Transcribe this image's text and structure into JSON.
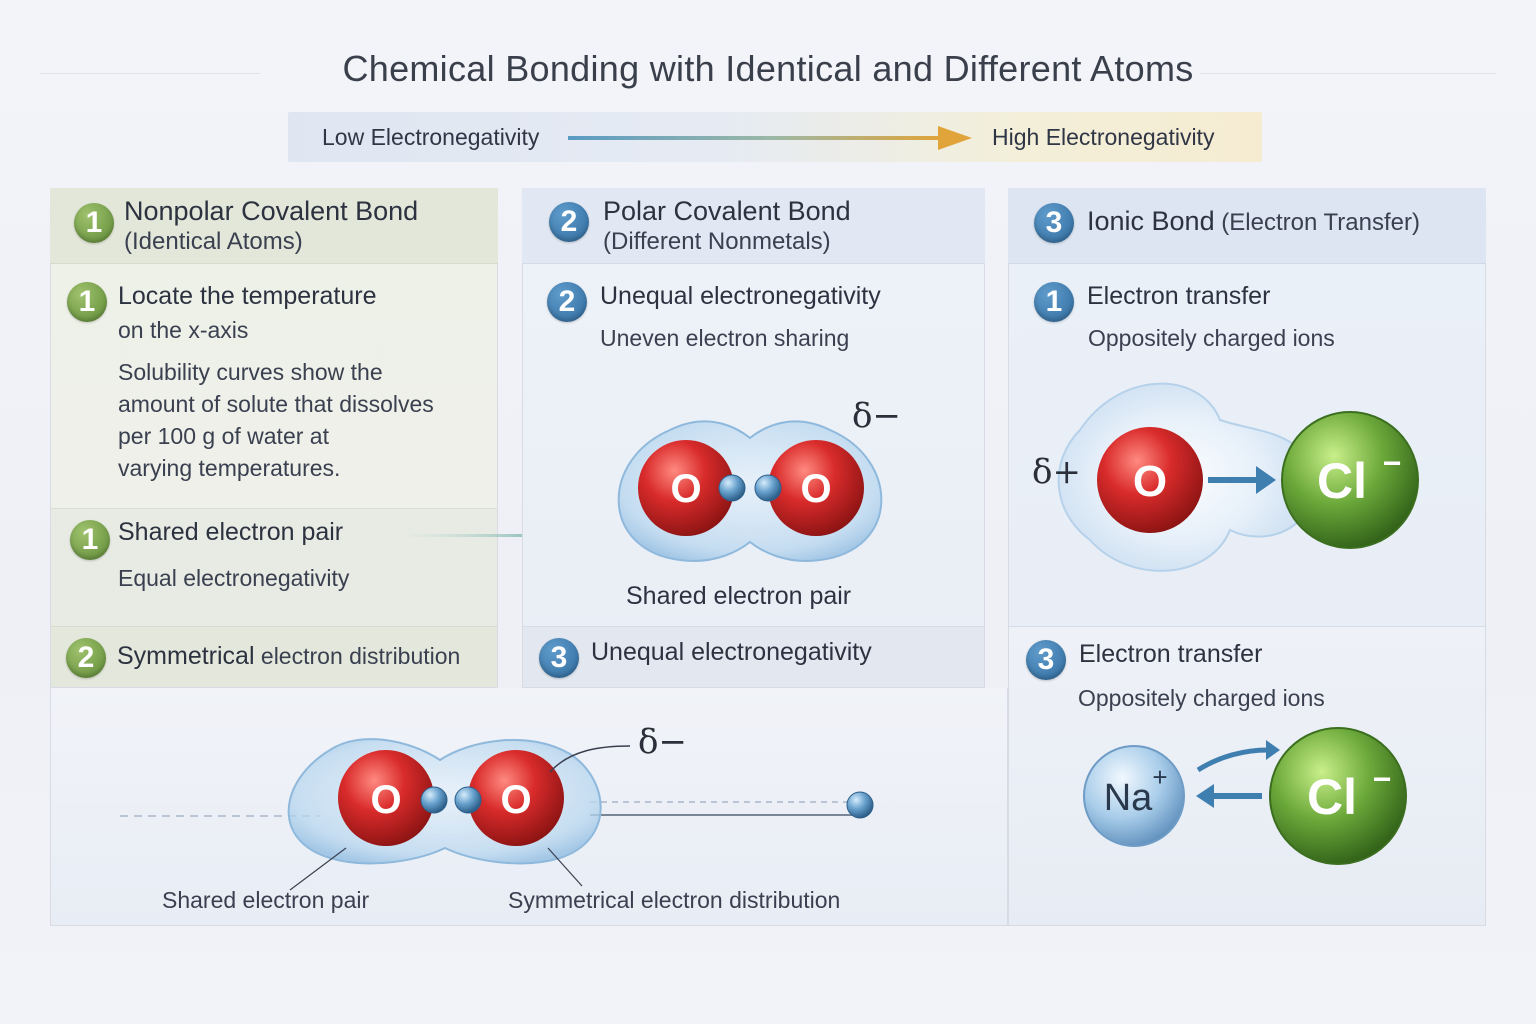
{
  "title": "Chemical Bonding with Identical and Different Atoms",
  "electronegativity": {
    "low_label": "Low Electronegativity",
    "high_label": "High Electronegativity"
  },
  "panels": [
    {
      "number": "1",
      "title": "Nonpolar Covalent Bond",
      "subtitle": "(Identical Atoms)",
      "items": [
        {
          "number": "1",
          "title": "Locate the temperature",
          "lines": [
            "on the x-axis"
          ],
          "body": [
            "Solubility curves show the",
            "amount of solute that dissolves",
            "per 100 g of water at",
            "varying temperatures."
          ]
        },
        {
          "number": "1",
          "title": "Shared electron pair",
          "text": "Equal electronegativity"
        },
        {
          "number": "2",
          "title": "Symmetrical",
          "title_rest": " electron distribution"
        }
      ]
    },
    {
      "number": "2",
      "title": "Polar Covalent Bond",
      "subtitle": "(Different Nonmetals)",
      "items": [
        {
          "number": "2",
          "title": "Unequal electronegativity",
          "text": "Uneven electron sharing"
        },
        {
          "number": "3",
          "title": "Unequal electronegativity"
        }
      ],
      "diagram": {
        "atom_left": "O",
        "atom_right": "O",
        "charge": "δ−",
        "caption": "Shared electron pair"
      }
    },
    {
      "number": "3",
      "title": "Ionic Bond",
      "title_rest": " (Electron Transfer)",
      "items": [
        {
          "number": "1",
          "title": "Electron transfer",
          "text": "Oppositely charged ions"
        },
        {
          "number": "3",
          "title": "Electron transfer",
          "text": "Oppositely charged ions"
        }
      ],
      "diagram_top": {
        "charge": "δ+",
        "atom_left": "O",
        "atom_right": "Cl",
        "right_charge": "−"
      },
      "diagram_bottom": {
        "atom_left": "Na",
        "left_charge": "+",
        "atom_right": "Cl",
        "right_charge": "−"
      }
    }
  ],
  "bottom_diagram": {
    "atom_left": "O",
    "atom_right": "O",
    "charge": "δ−",
    "caption_left": "Shared electron pair",
    "caption_right": "Symmetrical electron distribution"
  },
  "colors": {
    "oxygen": "#d42a2a",
    "chlorine": "#5a9a2e",
    "sodium": "#9cc4e6",
    "green_badge": "#6e9a40",
    "blue_badge": "#3a78aa",
    "arrow_gold": "#e0a43a",
    "arrow_blue": "#3f7fb0"
  }
}
